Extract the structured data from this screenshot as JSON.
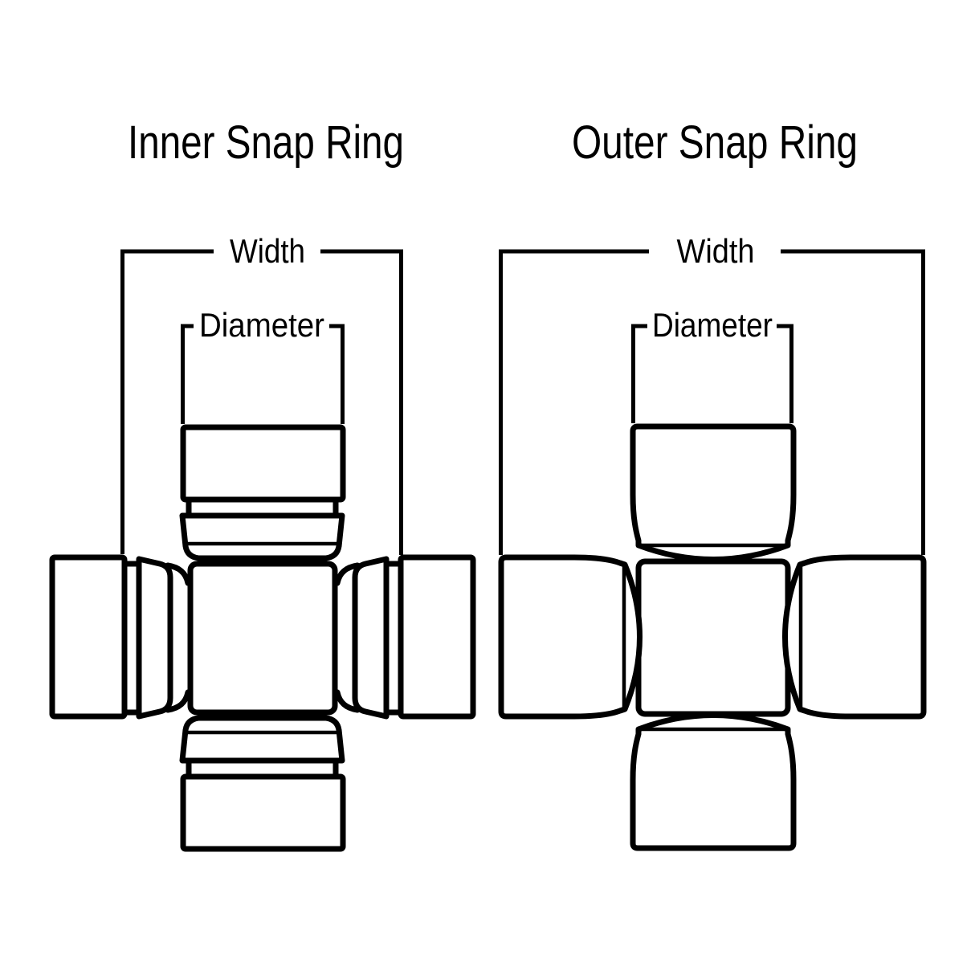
{
  "page": {
    "background_color": "#ffffff",
    "line_color": "#000000"
  },
  "figures": [
    {
      "title": "Inner Snap Ring",
      "width_label": "Width",
      "diameter_label": "Diameter"
    },
    {
      "title": "Outer Snap Ring",
      "width_label": "Width",
      "diameter_label": "Diameter"
    }
  ]
}
